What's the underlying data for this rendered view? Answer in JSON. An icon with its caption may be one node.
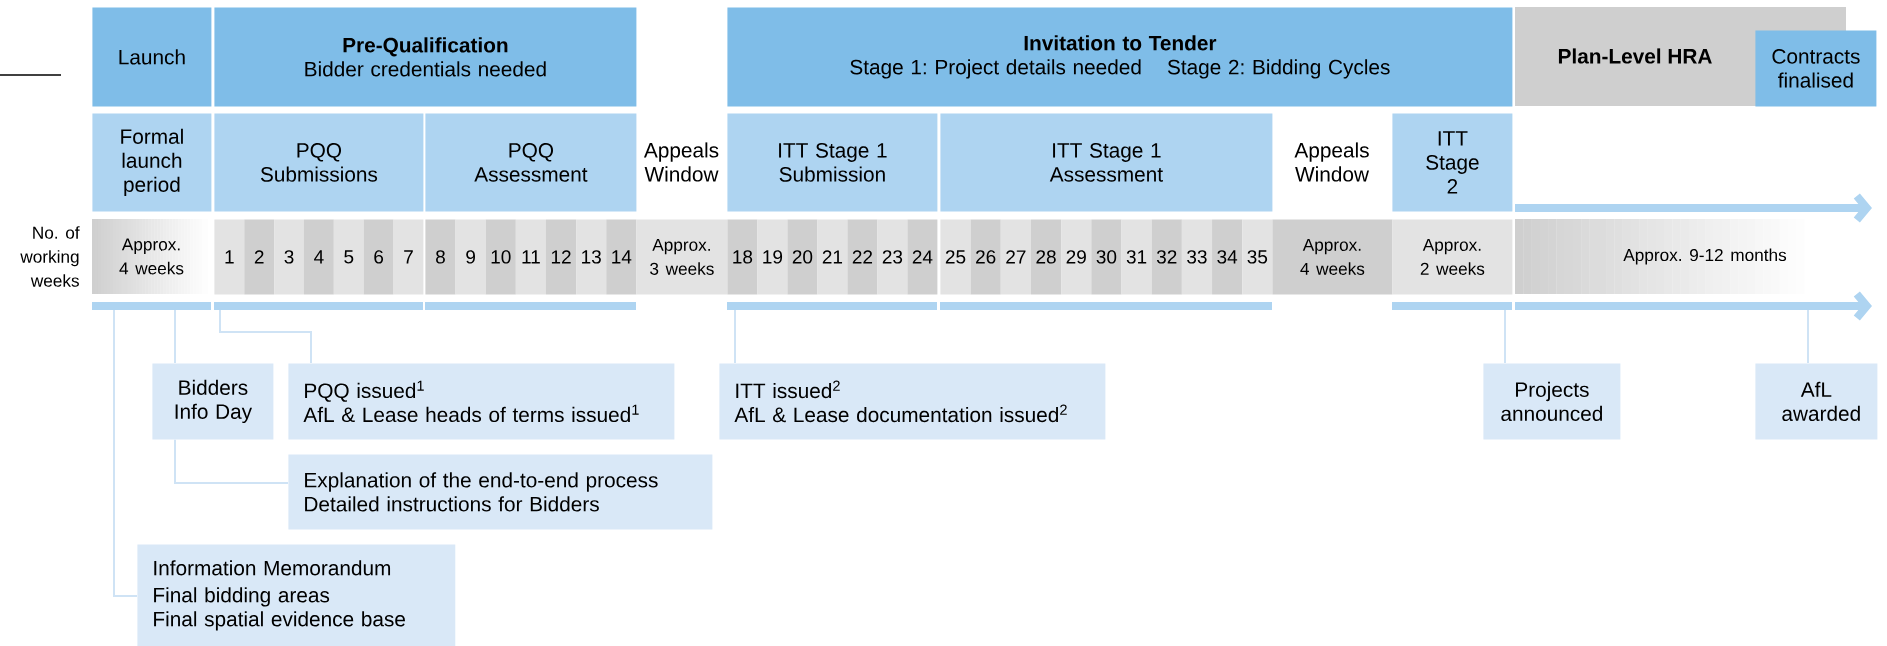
{
  "diagram": {
    "nodes": [
      {
        "text": [
          "Launch"
        ]
      },
      {
        "text": [
          "Pre-Qualification",
          "Bidder credentials needed"
        ]
      },
      {
        "text": [
          "Invitation to Tender",
          "Stage 1: Project details needed",
          "Stage 2: Bidding Cycles"
        ]
      },
      {
        "text": [
          "Plan-Level HRA"
        ]
      },
      {
        "text": [
          "Contracts finalised"
        ]
      },
      {
        "text": [
          "Formal launch period"
        ]
      },
      {
        "text": [
          "PQQ Submissions"
        ]
      },
      {
        "text": [
          "PQQ Assessment"
        ]
      },
      {
        "text": [
          "ITT Stage 1 Submission"
        ]
      },
      {
        "text": [
          "ITT Stage 1 Assessment"
        ]
      },
      {
        "text": [
          "ITT Stage 2"
        ]
      },
      {
        "text": [
          "Bidders Info Day"
        ]
      },
      {
        "text": [
          "PQQ issued$^{1}$",
          "AfL & Lease heads of terms issued$^{1}$"
        ]
      },
      {
        "text": [
          "ITT issued$^{2}$",
          "AfL & Lease documentation issued$^{2}$"
        ]
      },
      {
        "text": [
          "Projects announced"
        ]
      },
      {
        "text": [
          "AfL awarded"
        ]
      },
      {
        "text": [
          "Explanation of the end-to-end process",
          "Detailed instructions for Bidders"
        ]
      },
      {
        "text": [
          "Information Memorandum",
          "Final bidding areas",
          "Final spatial evidence base"
        ]
      }
    ],
    "edges": [
      {
        "from": 11,
        "to": null,
        "arrow": "none"
      },
      {
        "from": 12,
        "to": null,
        "arrow": "none"
      },
      {
        "from": 13,
        "to": null,
        "arrow": "none"
      },
      {
        "from": 14,
        "to": null,
        "arrow": "none"
      },
      {
        "from": 15,
        "to": null,
        "arrow": "none"
      },
      {
        "from": 11,
        "to": 16,
        "arrow": "none"
      },
      {
        "from": 17,
        "to": null,
        "arrow": "none"
      }
    ],
    "labels": [
      "Appeals Window",
      "Appeals Window",
      "No. of working weeks",
      "Approx. 4 weeks",
      "1",
      "2",
      "3",
      "4",
      "5",
      "6",
      "7",
      "8",
      "9",
      "10",
      "11",
      "12",
      "13",
      "14",
      "Approx. 3 weeks",
      "18",
      "19",
      "20",
      "21",
      "22",
      "23",
      "24",
      "25",
      "26",
      "27",
      "28",
      "29",
      "30",
      "31",
      "32",
      "33",
      "34",
      "35",
      "Approx. 4 weeks",
      "Approx. 2 weeks",
      "Approx. 9-12 months"
    ]
  }
}
